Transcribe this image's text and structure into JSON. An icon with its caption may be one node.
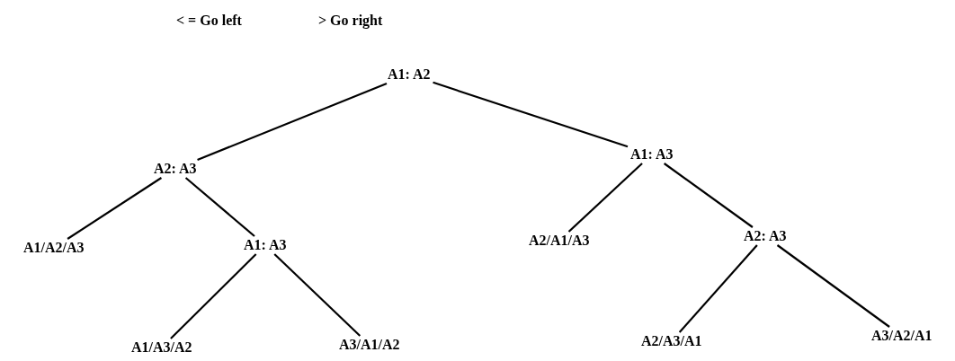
{
  "diagram": {
    "nodes": [
      {
        "text": [
          "A1: A2"
        ]
      },
      {
        "text": [
          "A2: A3"
        ]
      },
      {
        "text": [
          "A1: A3"
        ]
      },
      {
        "text": [
          "A1/A2/A3"
        ]
      },
      {
        "text": [
          "A1: A3"
        ]
      },
      {
        "text": [
          "A2/A1/A3"
        ]
      },
      {
        "text": [
          "A2: A3"
        ]
      },
      {
        "text": [
          "A1/A3/A2"
        ]
      },
      {
        "text": [
          "A3/A1/A2"
        ]
      },
      {
        "text": [
          "A2/A3/A1"
        ]
      },
      {
        "text": [
          "A3/A2/A1"
        ]
      }
    ],
    "edges": [
      {
        "from": 0,
        "to": 1,
        "arrow": "none"
      },
      {
        "from": 0,
        "to": 2,
        "arrow": "none"
      },
      {
        "from": 1,
        "to": 3,
        "arrow": "none"
      },
      {
        "from": 1,
        "to": 4,
        "arrow": "none"
      },
      {
        "from": 4,
        "to": 7,
        "arrow": "none"
      },
      {
        "from": 4,
        "to": 8,
        "arrow": "none"
      },
      {
        "from": 2,
        "to": 5,
        "arrow": "none"
      },
      {
        "from": 2,
        "to": 6,
        "arrow": "none"
      },
      {
        "from": 6,
        "to": 9,
        "arrow": "none"
      },
      {
        "from": 6,
        "to": 10,
        "arrow": "none"
      }
    ],
    "labels": [
      "< = Go left",
      "> Go right"
    ]
  }
}
